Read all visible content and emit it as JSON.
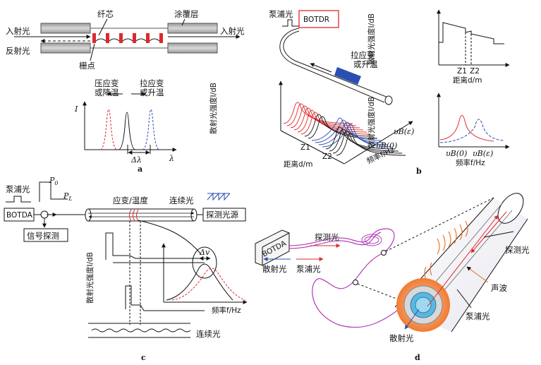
{
  "panels": {
    "a": {
      "label": "a",
      "core": "纤芯",
      "coating": "涂覆层",
      "incident_left": "入射光",
      "incident_right": "入射光",
      "reflected": "反射光",
      "grating": "栅点",
      "y_axis": "I",
      "x_axis": "λ",
      "shift_left_1": "压应变",
      "shift_left_2": "或降温",
      "shift_right_1": "拉应变",
      "shift_right_2": "或升温",
      "delta": "Δλ"
    },
    "b": {
      "label": "b",
      "pump": "泵浦光",
      "device": "BOTDR",
      "strain_1": "拉应变",
      "strain_2": "或升温",
      "z1": "Z1",
      "z2": "Z2",
      "distance_axis": "距离d/m",
      "freq_axis": "频率f/Hz",
      "intensity_axis": "散射光强度I/dB",
      "vb0": "υB(0)",
      "vbe": "υB(ε)",
      "top_right_y": "散射光强度I/dB",
      "top_right_x": "距离d/m",
      "top_z1": "Z1",
      "top_z2": "Z2",
      "bottom_right_y": "散射光强度I/dB",
      "bottom_right_x": "频率f/Hz",
      "bottom_vb0": "υB(0)",
      "bottom_vbe": "υB(ε)"
    },
    "c": {
      "label": "c",
      "pump": "泵浦光",
      "p0": "P",
      "p0_sub": "0",
      "pl": "P",
      "pl_sub": "L",
      "device": "BOTDA",
      "signal": "信号探测",
      "strain": "应变/温度",
      "cw": "连续光",
      "probe_source": "探测光源",
      "intensity_axis": "散射光强度I/dB",
      "freq_axis": "频率f/Hz",
      "delta_v": "Δv",
      "cw_bottom": "连续光"
    },
    "d": {
      "label": "d",
      "device": "BOTDA",
      "probe_left": "探测光",
      "scatter_left": "散射光",
      "pump_left": "泵浦光",
      "probe_right": "探测光",
      "acoustic": "声波",
      "pump_right": "泵浦光",
      "scatter_right": "散射光"
    }
  },
  "colors": {
    "red": "#e0282c",
    "blue": "#2a4fb0",
    "purple": "#b23bb8",
    "orange": "#ee6a1a",
    "cyan": "#5ab8e0"
  }
}
